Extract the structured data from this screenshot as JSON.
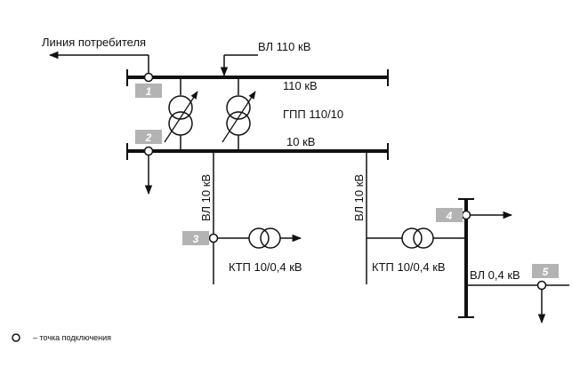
{
  "labels": {
    "consumer_line": "Линия потребителя",
    "vl_110": "ВЛ 110 кВ",
    "bus_110": "110 кВ",
    "gpp": "ГПП 110/10",
    "bus_10": "10 кВ",
    "vl_10_left": "ВЛ 10 кВ",
    "vl_10_right": "ВЛ 10 кВ",
    "ktp_left": "КТП 10/0,4 кВ",
    "ktp_right": "КТП 10/0,4 кВ",
    "vl_04": "ВЛ 0,4 кВ"
  },
  "points": [
    "1",
    "2",
    "3",
    "4",
    "5"
  ],
  "legend": {
    "text": "– точка подключения"
  },
  "colors": {
    "badge": "#b3b3b3",
    "line": "#111111"
  }
}
